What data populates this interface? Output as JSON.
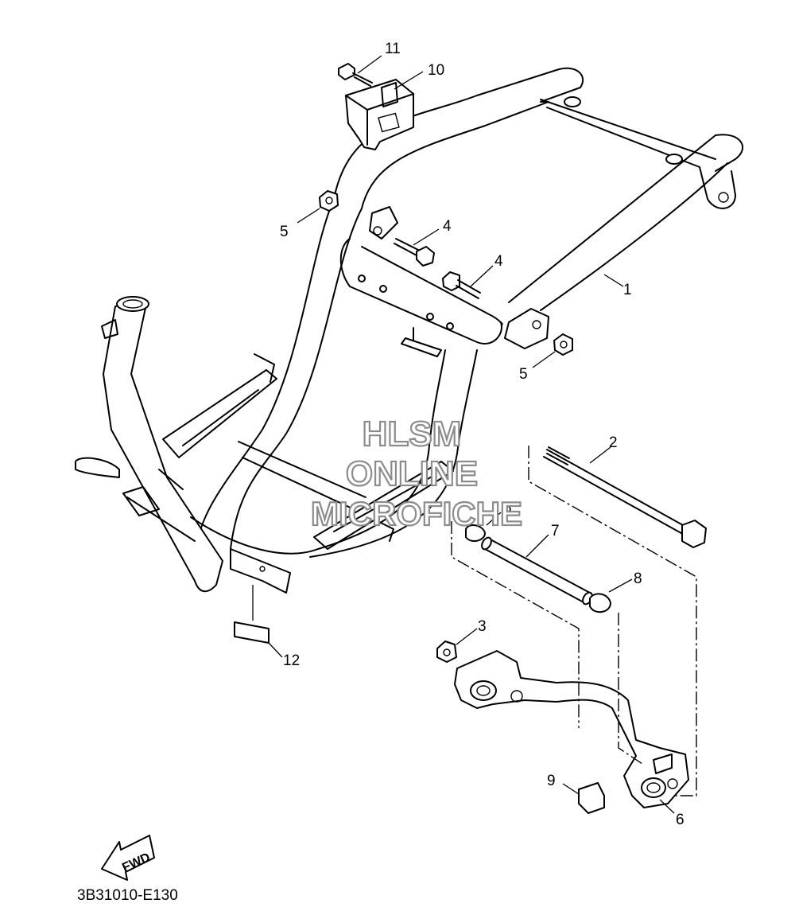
{
  "diagram": {
    "callouts": [
      {
        "number": "11"
      },
      {
        "number": "10"
      },
      {
        "number": "5"
      },
      {
        "number": "4"
      },
      {
        "number": "4"
      },
      {
        "number": "1"
      },
      {
        "number": "5"
      },
      {
        "number": "2"
      },
      {
        "number": "8"
      },
      {
        "number": "7"
      },
      {
        "number": "8"
      },
      {
        "number": "3"
      },
      {
        "number": "12"
      },
      {
        "number": "9"
      },
      {
        "number": "6"
      }
    ],
    "watermark": {
      "lines": [
        "HLSM",
        "ONLINE",
        "MICROFICHE"
      ],
      "color": "#8c8c8c"
    },
    "direction_arrow": "FWD",
    "diagram_code": "3B31010-E130"
  }
}
